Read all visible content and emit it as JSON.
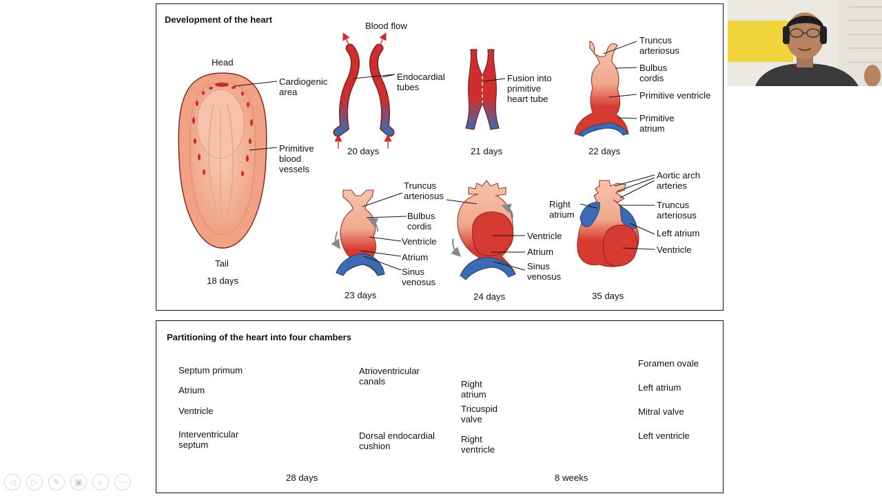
{
  "top_panel": {
    "title": "Development of the heart",
    "labels": {
      "head": "Head",
      "cardiogenic": "Cardiogenic\narea",
      "primitive_vessels": "Primitive\nblood\nvessels",
      "tail": "Tail",
      "blood_flow": "Blood flow",
      "endocardial": "Endocardial\ntubes",
      "fusion": "Fusion into\nprimitive\nheart tube",
      "truncus22": "Truncus\narteriosus",
      "bulbus22": "Bulbus\ncordis",
      "primvent22": "Primitive ventricle",
      "primatrium22": "Primitive\natrium",
      "truncus23": "Truncus\narteriosus",
      "bulbus23": "Bulbus\ncordis",
      "ventricle23": "Ventricle",
      "atrium23": "Atrium",
      "sinus23": "Sinus\nvenosus",
      "ventricle24": "Ventricle",
      "atrium24": "Atrium",
      "sinus24": "Sinus\nvenosus",
      "aortic35": "Aortic arch\narteries",
      "rightatrium35": "Right\natrium",
      "truncus35": "Truncus\narteriosus",
      "leftatrium35": "Left atrium",
      "ventricle35": "Ventricle"
    },
    "captions": {
      "d18": "18 days",
      "d20": "20 days",
      "d21": "21 days",
      "d22": "22 days",
      "d23": "23 days",
      "d24": "24 days",
      "d35": "35 days"
    }
  },
  "bottom_panel": {
    "title": "Partitioning of the heart into four chambers",
    "labels": {
      "septum_primum": "Septum primum",
      "atrium": "Atrium",
      "ventricle": "Ventricle",
      "iv_septum": "Interventricular\nseptum",
      "av_canals": "Atrioventricular\ncanals",
      "dorsal_cushion": "Dorsal endocardial\ncushion",
      "right_atrium": "Right\natrium",
      "tricuspid": "Tricuspid\nvalve",
      "right_ventricle": "Right\nventricle",
      "foramen_ovale": "Foramen ovale",
      "left_atrium": "Left atrium",
      "mitral_valve": "Mitral valve",
      "left_ventricle": "Left ventricle"
    },
    "captions": {
      "d28": "28 days",
      "w8": "8 weeks"
    }
  },
  "colors": {
    "red": "#cf2e2e",
    "blue": "#3d6bb3",
    "skin": "#f3b39a",
    "pink": "#f7c3ae"
  },
  "controls": [
    {
      "icon": "prev-icon",
      "glyph": "◁"
    },
    {
      "icon": "next-icon",
      "glyph": "▷"
    },
    {
      "icon": "pen-icon",
      "glyph": "✎"
    },
    {
      "icon": "slides-icon",
      "glyph": "▣"
    },
    {
      "icon": "zoom-icon",
      "glyph": "⌕"
    },
    {
      "icon": "more-icon",
      "glyph": "⋯"
    }
  ]
}
